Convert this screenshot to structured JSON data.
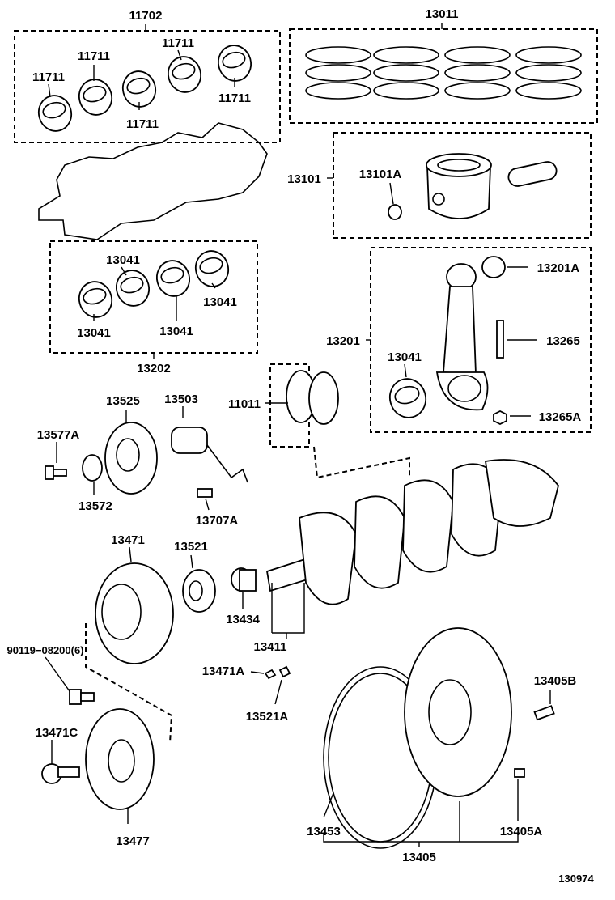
{
  "labels": {
    "l11702": "11702",
    "l13011": "13011",
    "l11711_a": "11711",
    "l11711_b": "11711",
    "l11711_c": "11711",
    "l11711_d": "11711",
    "l11711_e": "11711",
    "l13101": "13101",
    "l13101A": "13101A",
    "l13041_a": "13041",
    "l13041_b": "13041",
    "l13041_c": "13041",
    "l13041_d": "13041",
    "l13202": "13202",
    "l13201A": "13201A",
    "l13201": "13201",
    "l13041_e": "13041",
    "l13265": "13265",
    "l13265A": "13265A",
    "l13525": "13525",
    "l13503": "13503",
    "l11011": "11011",
    "l13577A": "13577A",
    "l13572": "13572",
    "l13707A": "13707A",
    "l13471": "13471",
    "l13521": "13521",
    "l13434": "13434",
    "l13411": "13411",
    "l90119": "90119−08200(6)",
    "l13471A": "13471A",
    "l13521A": "13521A",
    "l13405B": "13405B",
    "l13471C": "13471C",
    "l13453": "13453",
    "l13405A": "13405A",
    "l13405": "13405",
    "l13477": "13477",
    "l130974": "130974"
  }
}
